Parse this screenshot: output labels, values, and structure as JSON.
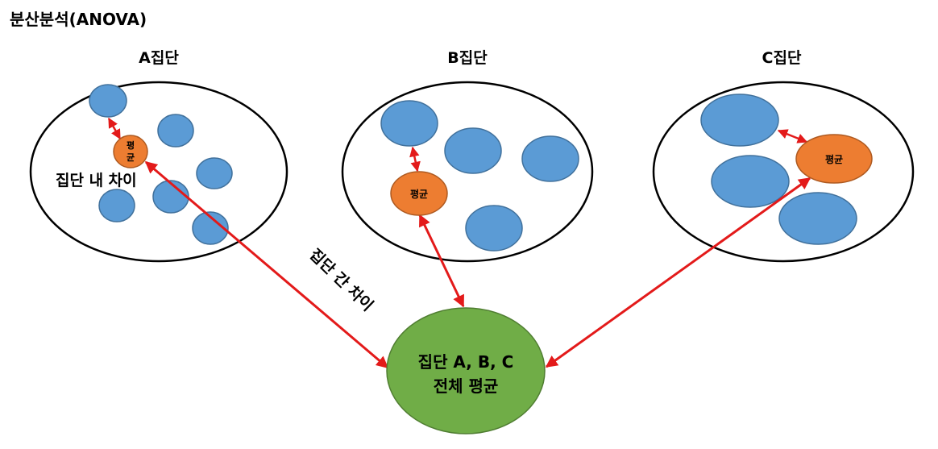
{
  "title": "분산분석(ANOVA)",
  "groups": [
    {
      "label": "A집단",
      "mean_label_top": "평",
      "mean_label_bottom": "균"
    },
    {
      "label": "B집단",
      "mean_label": "평균"
    },
    {
      "label": "C집단",
      "mean_label": "평균"
    }
  ],
  "within_label": "집단 내 차이",
  "between_label": "집단 간 차이",
  "grand_mean": {
    "line1": "집단 A, B, C",
    "line2": "전체 평균"
  },
  "colors": {
    "sample": "#5b9bd5",
    "group_mean": "#ed7d31",
    "grand_mean": "#70ad47",
    "arrow": "#e31a1a",
    "outline": "#000000"
  }
}
